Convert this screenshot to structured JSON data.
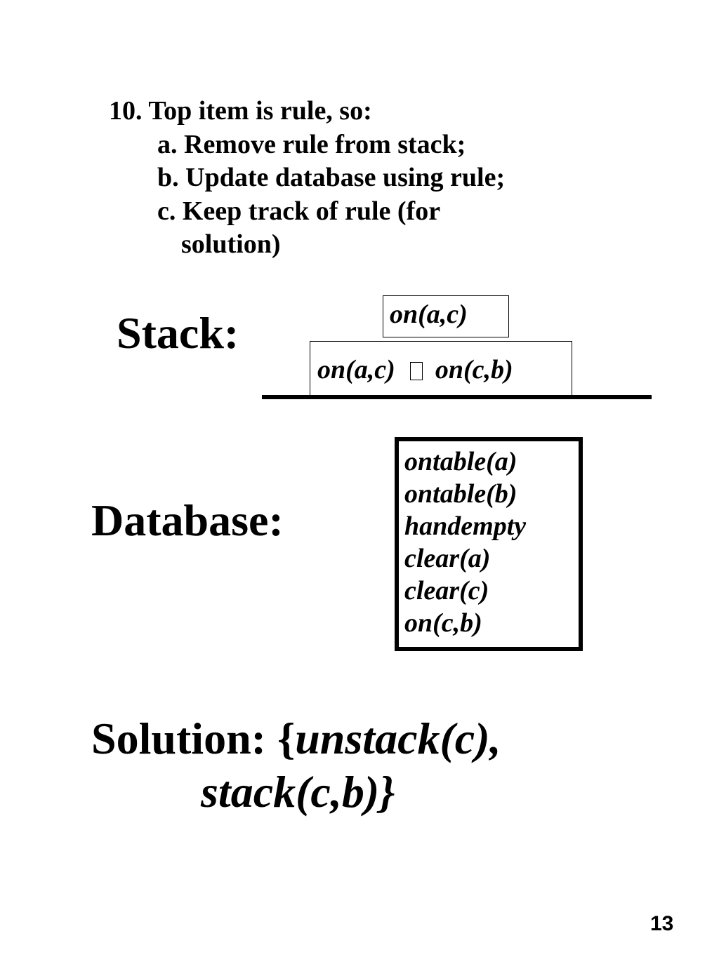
{
  "steps": {
    "heading": "10. Top item is rule, so:",
    "items": [
      "a. Remove rule from stack;",
      "b. Update database using rule;",
      "c. Keep track of rule (for",
      "solution)"
    ]
  },
  "stack": {
    "label": "Stack:",
    "top": "on(a,c)",
    "bottom_left": "on(a,c)",
    "bottom_symbol": "\u0000",
    "bottom_right": "on(c,b)"
  },
  "database": {
    "label": "Database:",
    "items": [
      "ontable(a)",
      "ontable(b)",
      "handempty",
      "clear(a)",
      "clear(c)",
      "on(c,b)"
    ]
  },
  "solution": {
    "label": "Solution:",
    "open_brace": "{",
    "first": "unstack(c),",
    "second": "stack(c,b)",
    "close_brace": "}"
  },
  "page_number": "13"
}
